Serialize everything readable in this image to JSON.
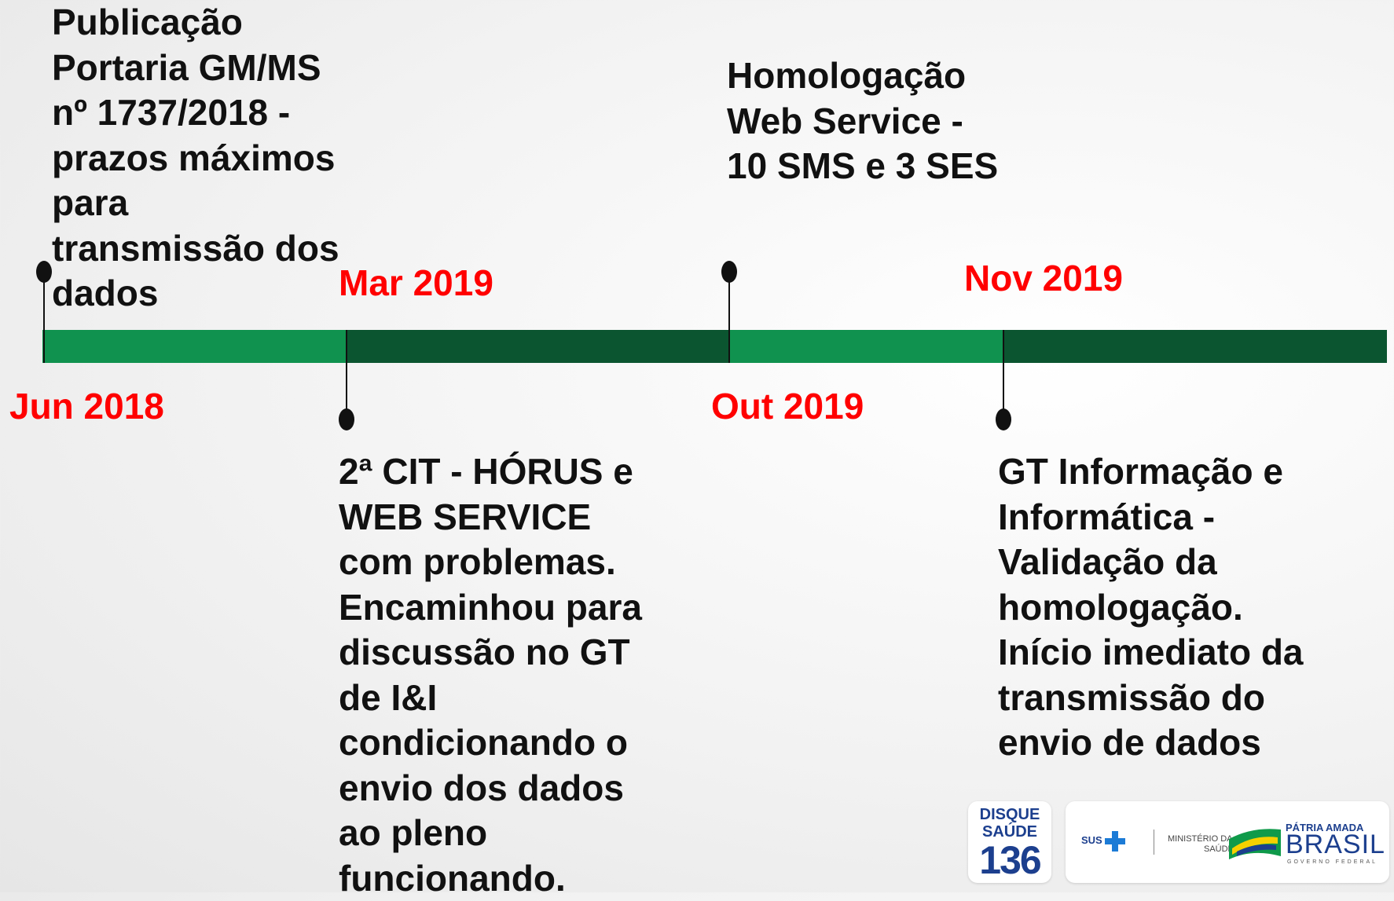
{
  "timeline": {
    "dates": {
      "jun2018": "Jun 2018",
      "mar2019": "Mar 2019",
      "out2019": "Out 2019",
      "nov2019": "Nov 2019"
    },
    "events": {
      "publicacao": [
        "Publicação",
        "Portaria GM/MS",
        "nº 1737/2018 -",
        "prazos máximos",
        "para",
        "transmissão dos",
        "dados"
      ],
      "homologacao": [
        "Homologação",
        "Web Service -",
        "10 SMS e 3 SES"
      ],
      "cit": [
        "2ª CIT - HÓRUS e",
        "WEB SERVICE",
        "com problemas.",
        "Encaminhou para",
        "discussão no GT",
        "de I&I",
        "condicionando o",
        "envio dos dados",
        "ao pleno",
        "funcionando."
      ],
      "gt": [
        "GT Informação e",
        "Informática -",
        "Validação da",
        "homologação.",
        "Início imediato da",
        "transmissão do",
        "envio de dados"
      ]
    },
    "colors": {
      "bar_light": "#10924f",
      "bar_dark": "#0b5530",
      "date_red": "#ff0000"
    }
  },
  "logos": {
    "disque": [
      "DISQUE",
      "SAÚDE",
      "136"
    ],
    "sus": "SUS",
    "ministerio": [
      "MINISTÉRIO DA",
      "SAÚDE"
    ],
    "patria": "PÁTRIA AMADA",
    "brasil": "BRASIL",
    "governo": "GOVERNO FEDERAL"
  }
}
